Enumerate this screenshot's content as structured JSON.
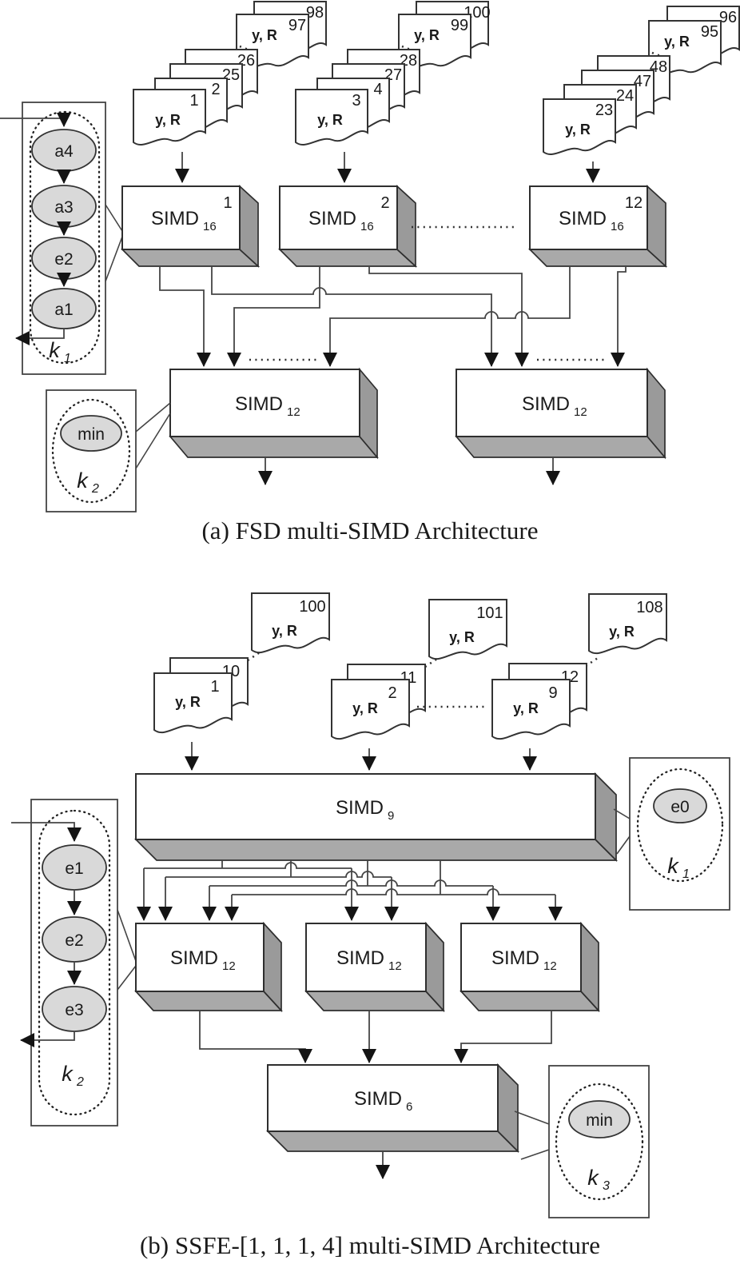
{
  "captions": {
    "a": "(a) FSD multi-SIMD Architecture",
    "b": "(b) SSFE-[1, 1, 1, 4] multi-SIMD Architecture"
  },
  "doc_label": "y, R",
  "simd_base": "SIMD",
  "part_a": {
    "stacks": [
      {
        "pages": [
          "98",
          "97",
          "26",
          "25",
          "2",
          "1"
        ]
      },
      {
        "pages": [
          "100",
          "99",
          "28",
          "27",
          "4",
          "3"
        ]
      },
      {
        "pages": [
          "96",
          "95",
          "48",
          "47",
          "24",
          "23"
        ]
      }
    ],
    "simd16_sub": "16",
    "simd16_indices": [
      "1",
      "2",
      "12"
    ],
    "simd12_sub": "12",
    "k1": {
      "base": "k",
      "sub": "1",
      "nodes": [
        "a4",
        "a3",
        "e2",
        "a1"
      ]
    },
    "k2": {
      "base": "k",
      "sub": "2",
      "node": "min"
    }
  },
  "part_b": {
    "stacks": [
      {
        "upper": "100",
        "back": "10",
        "front": "1"
      },
      {
        "upper": "101",
        "back": "11",
        "front": "2"
      },
      {
        "upper": "108",
        "back": "12",
        "front": "9"
      }
    ],
    "simd9_sub": "9",
    "simd12_sub": "12",
    "simd6_sub": "6",
    "k1": {
      "base": "k",
      "sub": "1",
      "node": "e0"
    },
    "k2": {
      "base": "k",
      "sub": "2",
      "nodes": [
        "e1",
        "e2",
        "e3"
      ]
    },
    "k3": {
      "base": "k",
      "sub": "3",
      "node": "min"
    }
  }
}
